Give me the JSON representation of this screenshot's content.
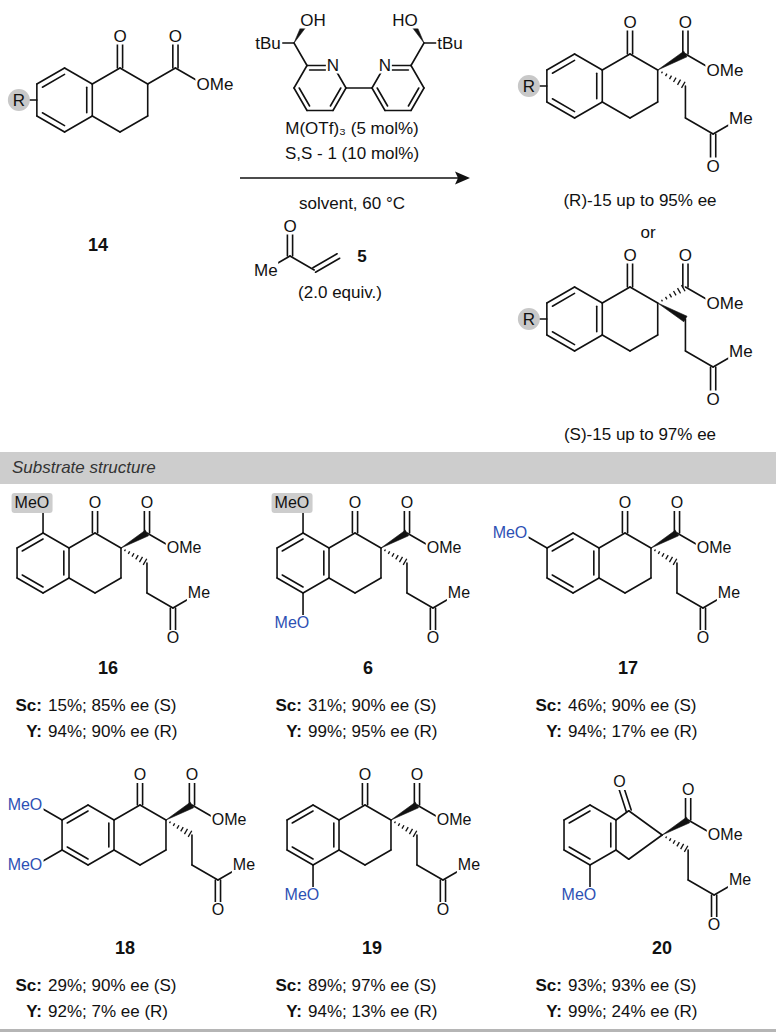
{
  "diagram": {
    "nodes": [
      {
        "text": [
          "Substrate structure"
        ]
      }
    ],
    "labels": [
      "R",
      "O",
      "O",
      "OMe",
      "14",
      "tBu",
      "OH",
      "N",
      "N",
      "HO",
      "tBu",
      "M(OTf)₃ (5 mol%)",
      "S,S - 1 (10 mol%)",
      "solvent, 60 °C",
      "O",
      "Me",
      "5",
      "(2.0 equiv.)",
      "R",
      "O",
      "O",
      "OMe",
      "Me",
      "O",
      "(R)-15 up to 95% ee",
      "or",
      "R",
      "O",
      "O",
      "OMe",
      "Me",
      "O",
      "(S)-15 up to 97% ee",
      "MeO",
      "O",
      "O",
      "OMe",
      "Me",
      "O",
      "16",
      "Sc:",
      "15%; 85% ee (S)",
      "Y:",
      "94%; 90% ee (R)",
      "MeO",
      "MeO",
      "O",
      "O",
      "OMe",
      "Me",
      "O",
      "6",
      "Sc:",
      "31%; 90% ee (S)",
      "Y:",
      "99%; 95% ee (R)",
      "MeO",
      "O",
      "O",
      "OMe",
      "Me",
      "O",
      "17",
      "Sc:",
      "46%; 90% ee (S)",
      "Y:",
      "94%; 17% ee (R)",
      "MeO",
      "MeO",
      "O",
      "O",
      "OMe",
      "Me",
      "O",
      "18",
      "Sc:",
      "29%; 90% ee (S)",
      "Y:",
      "92%; 7% ee (R)",
      "MeO",
      "O",
      "O",
      "OMe",
      "Me",
      "O",
      "19",
      "Sc:",
      "89%; 97% ee (S)",
      "Y:",
      "94%; 13% ee (R)",
      "MeO",
      "O",
      "O",
      "OMe",
      "Me",
      "O",
      "20",
      "Sc:",
      "93%; 93% ee (S)",
      "Y:",
      "99%; 24% ee (R)"
    ]
  }
}
